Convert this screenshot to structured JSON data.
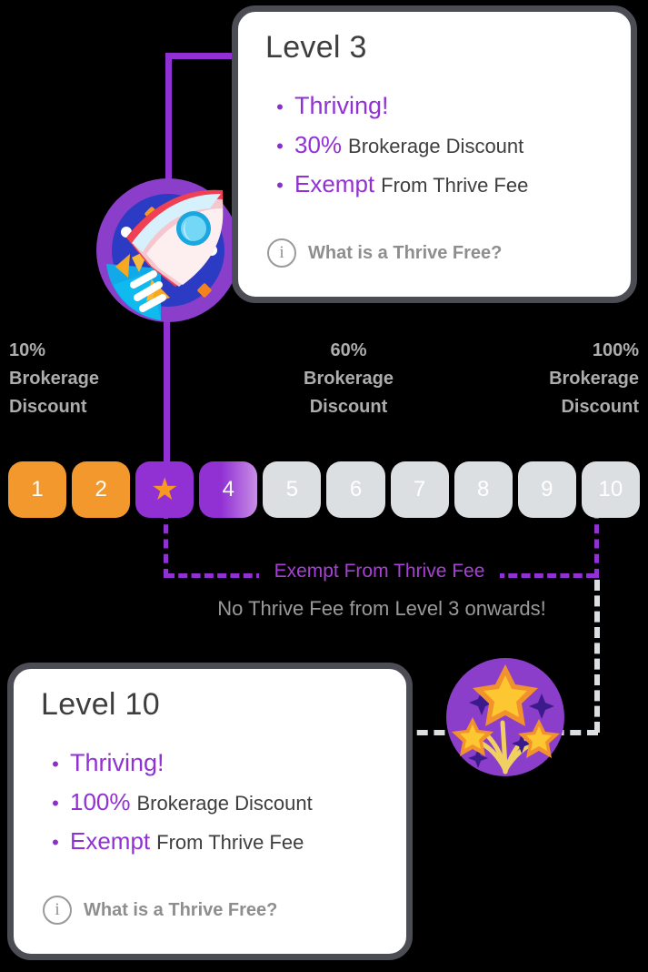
{
  "cards": [
    {
      "id": "level-3",
      "title": "Level 3",
      "bullets": [
        {
          "accent": "Thriving!",
          "rest": ""
        },
        {
          "accent": "30%",
          "rest": "Brokerage Discount"
        },
        {
          "accent": "Exempt",
          "rest": "From Thrive Fee"
        }
      ],
      "info": {
        "icon": "info-icon",
        "text": "What is a Thrive Free?"
      }
    },
    {
      "id": "level-10",
      "title": "Level 10",
      "bullets": [
        {
          "accent": "Thriving!",
          "rest": ""
        },
        {
          "accent": "100%",
          "rest": "Brokerage Discount"
        },
        {
          "accent": "Exempt",
          "rest": "From Thrive Fee"
        }
      ],
      "info": {
        "icon": "info-icon",
        "text": "What is a Thrive Free?"
      }
    }
  ],
  "discount_labels": [
    {
      "percent": "10%",
      "line1": "Brokerage",
      "line2": "Discount"
    },
    {
      "percent": "60%",
      "line1": "Brokerage",
      "line2": "Discount"
    },
    {
      "percent": "100%",
      "line1": "Brokerage",
      "line2": "Discount"
    }
  ],
  "levels": [
    {
      "label": "1",
      "state": "completed",
      "icon": ""
    },
    {
      "label": "2",
      "state": "completed",
      "icon": ""
    },
    {
      "label": "",
      "state": "current",
      "icon": "star-icon"
    },
    {
      "label": "4",
      "state": "next",
      "icon": ""
    },
    {
      "label": "5",
      "state": "locked",
      "icon": ""
    },
    {
      "label": "6",
      "state": "locked",
      "icon": ""
    },
    {
      "label": "7",
      "state": "locked",
      "icon": ""
    },
    {
      "label": "8",
      "state": "locked",
      "icon": ""
    },
    {
      "label": "9",
      "state": "locked",
      "icon": ""
    },
    {
      "label": "10",
      "state": "locked",
      "icon": ""
    }
  ],
  "annotations": {
    "exempt_label": "Exempt From Thrive Fee",
    "sub_label": "No Thrive Fee from Level 3 onwards!"
  },
  "icons": {
    "rocket": "rocket-icon",
    "fireworks": "fireworks-icon",
    "star": "star-icon"
  },
  "colors": {
    "purple": "#9131d4",
    "orange": "#f2982d",
    "gray": "#dcdfe1",
    "card_border": "#4c4c55",
    "text_gray": "#3e3e3e",
    "muted": "#adadad",
    "accent_pink": "#a93fd6"
  }
}
